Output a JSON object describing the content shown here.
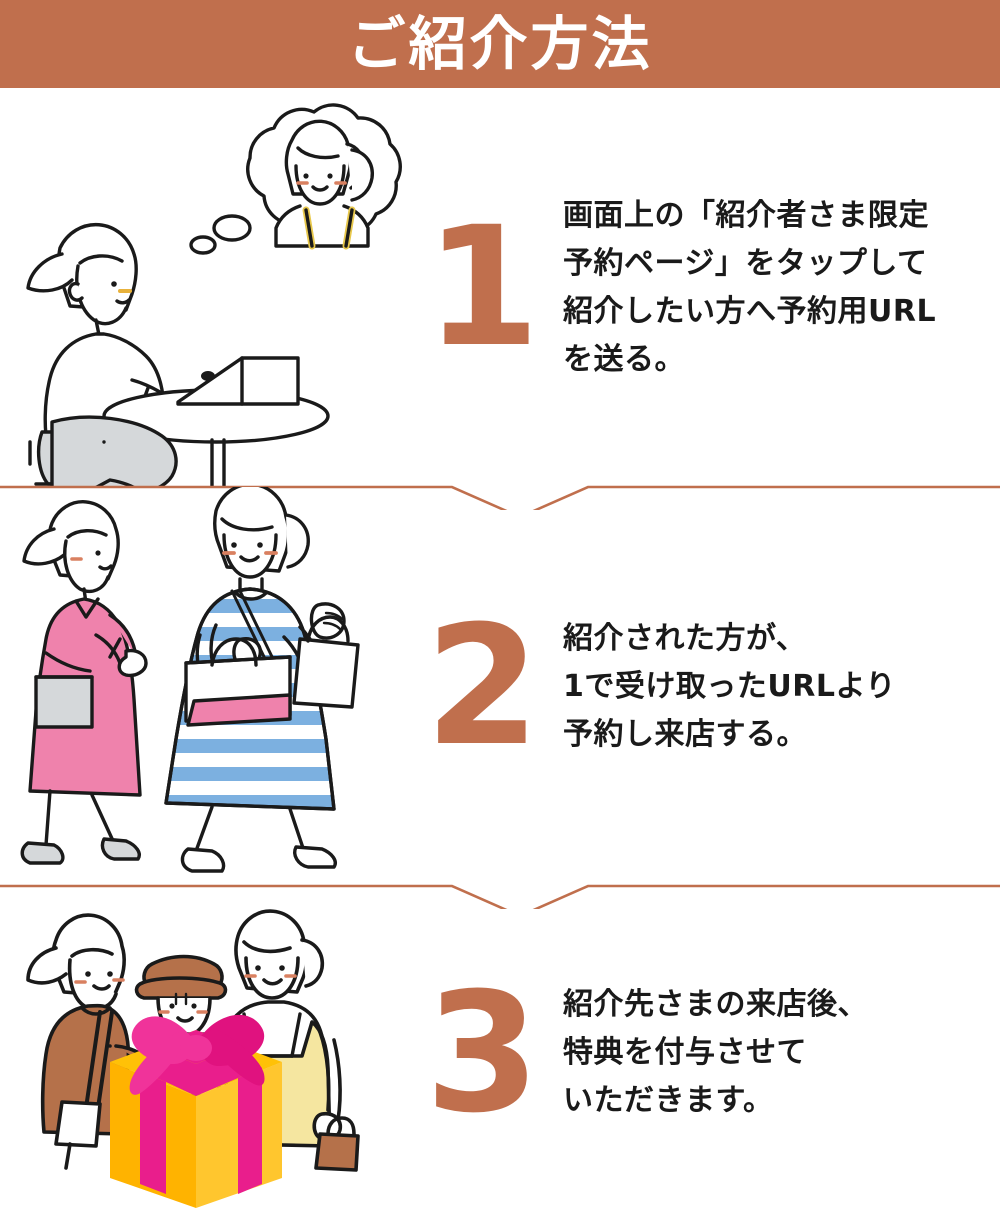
{
  "header": {
    "title": "ご紹介方法",
    "bg_color": "#c06f4d",
    "text_color": "#ffffff"
  },
  "theme": {
    "accent": "#c06f4d",
    "divider_color": "#c06f4d",
    "text_color": "#1a1a1a",
    "background": "#ffffff",
    "pink": "#ef82ac",
    "magenta": "#e91e8c",
    "blue_stripe": "#7cb0e0",
    "yellow": "#ffc107",
    "pale_yellow": "#f5e6a0",
    "brown": "#b5714a",
    "grey": "#d5d8da"
  },
  "steps": [
    {
      "number": "1",
      "illustration_name": "woman-at-laptop-thinking-of-friend",
      "lines": [
        "画面上の「紹介者さま限定",
        "予約ページ」をタップして",
        "紹介したい方へ予約用URL",
        "を送る。"
      ]
    },
    {
      "number": "2",
      "illustration_name": "two-women-walking-shopping",
      "lines": [
        "紹介された方が、",
        "1で受け取ったURLより",
        "予約し来店する。"
      ]
    },
    {
      "number": "3",
      "illustration_name": "mother-baby-woman-with-gift-box",
      "lines": [
        "紹介先さまの来店後、",
        "特典を付与させて",
        "いただきます。"
      ]
    }
  ]
}
